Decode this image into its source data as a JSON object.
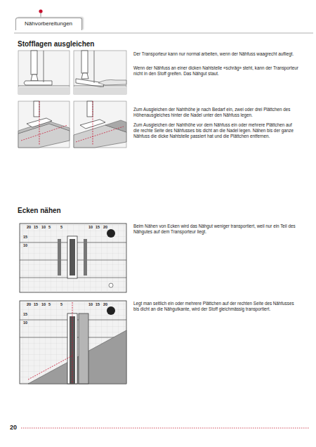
{
  "diagram": {
    "nodes": [
      {
        "text": [
          "Nähvorbereitungen"
        ]
      }
    ],
    "labels": [
      "Stofflagen ausgleichen",
      "Der Transporteur kann nur normal arbeiten, wenn der Nähfuss waagrecht aufliegt.",
      "Wenn der Nähfuss an einer dicken Nahtstelle «schräg» steht, kann der Transporteur nicht in den Stoff greifen. Das Nähgut staut.",
      "Zum Ausgleichen der Nahthöhe je nach Bedarf ein, zwei oder drei Plättchen des Höhenausgleiches hinter die Nadel unter den Nähfuss legen.",
      "Zum Ausgleichen der Nahthöhe vor dem Nähfuss ein oder mehrere Plättchen auf die rechte Seite des Nähfusses bis dicht an die Nadel legen. Nähen bis der ganze Nähfuss die dicke Nahtstelle passiert hat und die Plättchen entfernen.",
      "Ecken nähen",
      "Beim Nähen von Ecken wird das Nähgut weniger transportiert, weil nur ein Teil des Nähgutes auf dem Transporteur liegt.",
      "Legt man seitlich ein oder mehrere Plättchen auf der rechten Seite des Nähfusses bis dicht an die Nähgutkante, wird der Stoff gleichmässig transportiert.",
      "20",
      "15",
      "10",
      "5",
      "5",
      "10",
      "15",
      "20",
      "15",
      "10",
      "20",
      "15",
      "10",
      "5",
      "5",
      "10",
      "15",
      "20",
      "15",
      "10",
      "20"
    ]
  }
}
